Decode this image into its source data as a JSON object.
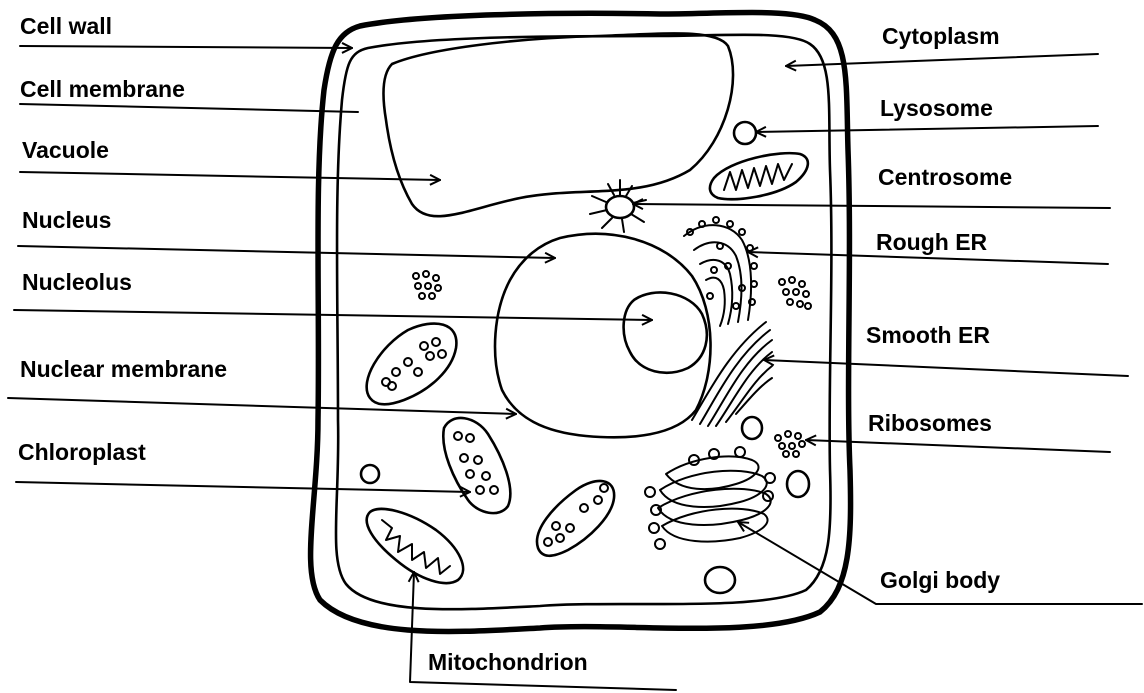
{
  "diagram": {
    "labels": {
      "cell_wall": "Cell wall",
      "cell_membrane": "Cell membrane",
      "vacuole": "Vacuole",
      "nucleus": "Nucleus",
      "nucleolus": "Nucleolus",
      "nuclear_membrane": "Nuclear membrane",
      "chloroplast": "Chloroplast",
      "cytoplasm": "Cytoplasm",
      "lysosome": "Lysosome",
      "centrosome": "Centrosome",
      "rough_er": "Rough ER",
      "smooth_er": "Smooth ER",
      "ribosomes": "Ribosomes",
      "golgi_body": "Golgi body",
      "mitochondrion": "Mitochondrion"
    },
    "colors": {
      "ink": "#000000",
      "background": "#ffffff"
    }
  }
}
